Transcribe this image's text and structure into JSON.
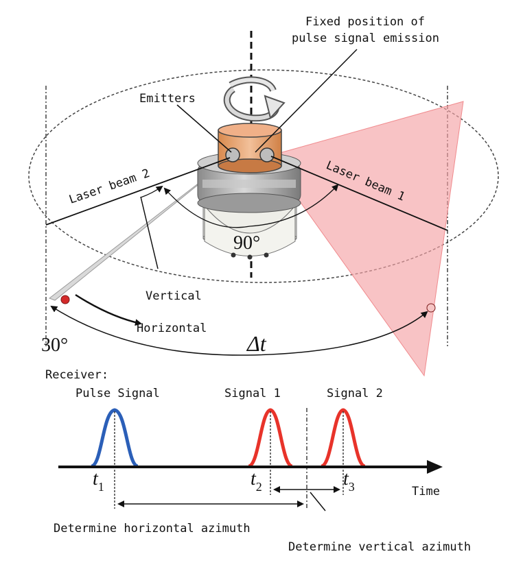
{
  "labels": {
    "fixed_position_line1": "Fixed position of",
    "fixed_position_line2": "pulse signal emission",
    "emitters": "Emitters",
    "laser_beam_2": "Laser beam 2",
    "laser_beam_1": "Laser beam 1",
    "angle_90": "90°",
    "vertical": "Vertical",
    "horizontal": "Horizontal",
    "angle_30": "30°",
    "delta_t": "Δt",
    "receiver": "Receiver:",
    "pulse_signal": "Pulse Signal",
    "signal_1": "Signal 1",
    "signal_2": "Signal 2",
    "t1_base": "t",
    "t1_sub": "1",
    "t2_base": "t",
    "t2_sub": "2",
    "t3_base": "t",
    "t3_sub": "3",
    "time_axis": "Time",
    "determine_horizontal": "Determine horizontal azimuth",
    "determine_vertical": "Determine vertical azimuth"
  },
  "colors": {
    "pulse_signal": "#2b5fb8",
    "signals": "#e8332a",
    "laser_fan": "#f4a3a6",
    "emitter_orange": "#e9a46f",
    "receiver_dot": "#d42a2a"
  }
}
